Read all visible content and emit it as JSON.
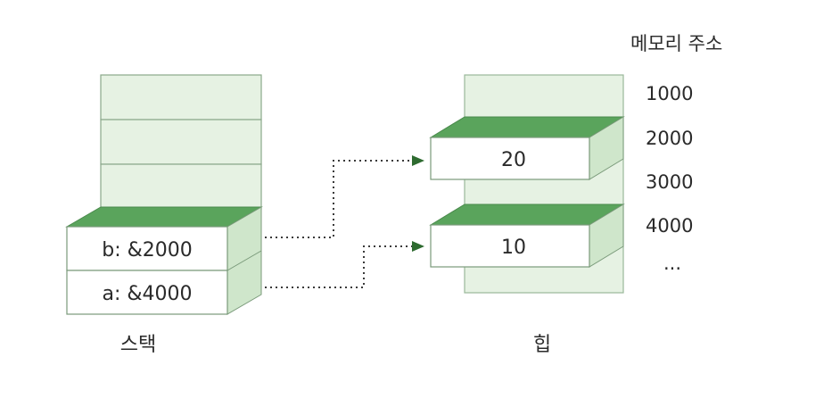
{
  "stack": {
    "title": "스택",
    "entries": [
      {
        "text": "b: &2000",
        "points_to": "2000"
      },
      {
        "text": "a: &4000",
        "points_to": "4000"
      }
    ]
  },
  "heap": {
    "title": "힙",
    "blocks": [
      {
        "value": "20",
        "address": "2000"
      },
      {
        "value": "10",
        "address": "4000"
      }
    ]
  },
  "memory": {
    "header": "메모리 주소",
    "addresses": [
      "1000",
      "2000",
      "3000",
      "4000",
      "..."
    ]
  },
  "colors": {
    "pale_green": "#e6f2e3",
    "top_green": "#5aa45c",
    "side_green": "#cfe6cb",
    "stroke": "#7a9a7a",
    "text": "#2a2a2a"
  }
}
